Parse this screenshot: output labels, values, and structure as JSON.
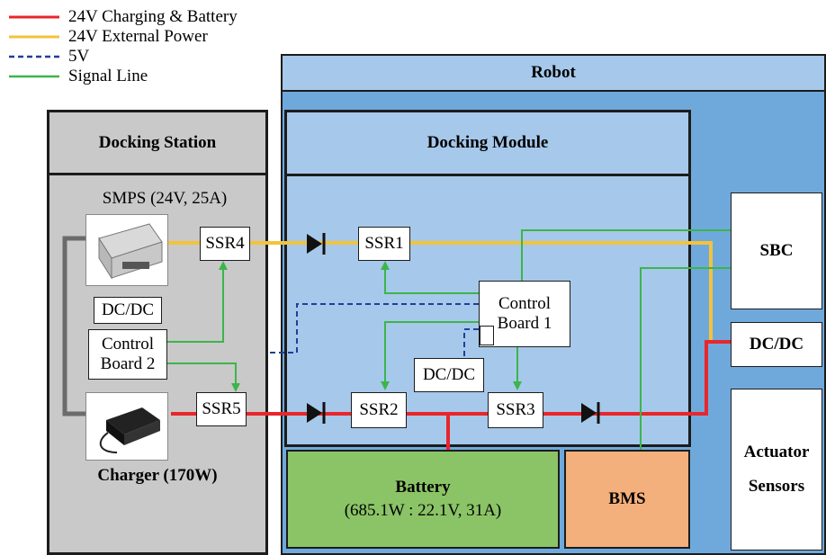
{
  "legend": [
    {
      "label": "24V Charging & Battery",
      "color": "#e8262b",
      "style": "solid"
    },
    {
      "label": "24V External Power",
      "color": "#f3c33b",
      "style": "solid"
    },
    {
      "label": "5V",
      "color": "#1f3f9a",
      "style": "dashed"
    },
    {
      "label": "Signal Line",
      "color": "#3cb54a",
      "style": "solid"
    }
  ],
  "robot": {
    "title": "Robot"
  },
  "docking_station": {
    "title": "Docking Station",
    "smps_label": "SMPS (24V, 25A)",
    "dcdc_label": "DC/DC",
    "control_board2_line1": "Control",
    "control_board2_line2": "Board 2",
    "charger_label": "Charger (170W)",
    "ssr4": "SSR4",
    "ssr5": "SSR5"
  },
  "docking_module": {
    "title": "Docking Module",
    "ssr1": "SSR1",
    "ssr2": "SSR2",
    "ssr3": "SSR3",
    "control_board1_line1": "Control",
    "control_board1_line2": "Board 1",
    "dcdc_label": "DC/DC"
  },
  "right_column": {
    "sbc": "SBC",
    "dcdc": "DC/DC",
    "actuator": "Actuator",
    "sensors": "Sensors"
  },
  "battery": {
    "title": "Battery",
    "spec": "(685.1W : 22.1V, 31A)"
  },
  "bms": {
    "label": "BMS"
  },
  "colors": {
    "charging": "#e8262b",
    "external": "#f3c33b",
    "five_v": "#1f3f9a",
    "signal": "#3cb54a",
    "robot_bg": "#6fa9dc",
    "module_bg": "#a6c8ea",
    "station_bg": "#c9c9c9",
    "battery_bg": "#8bc466",
    "bms_bg": "#f4b07c"
  }
}
